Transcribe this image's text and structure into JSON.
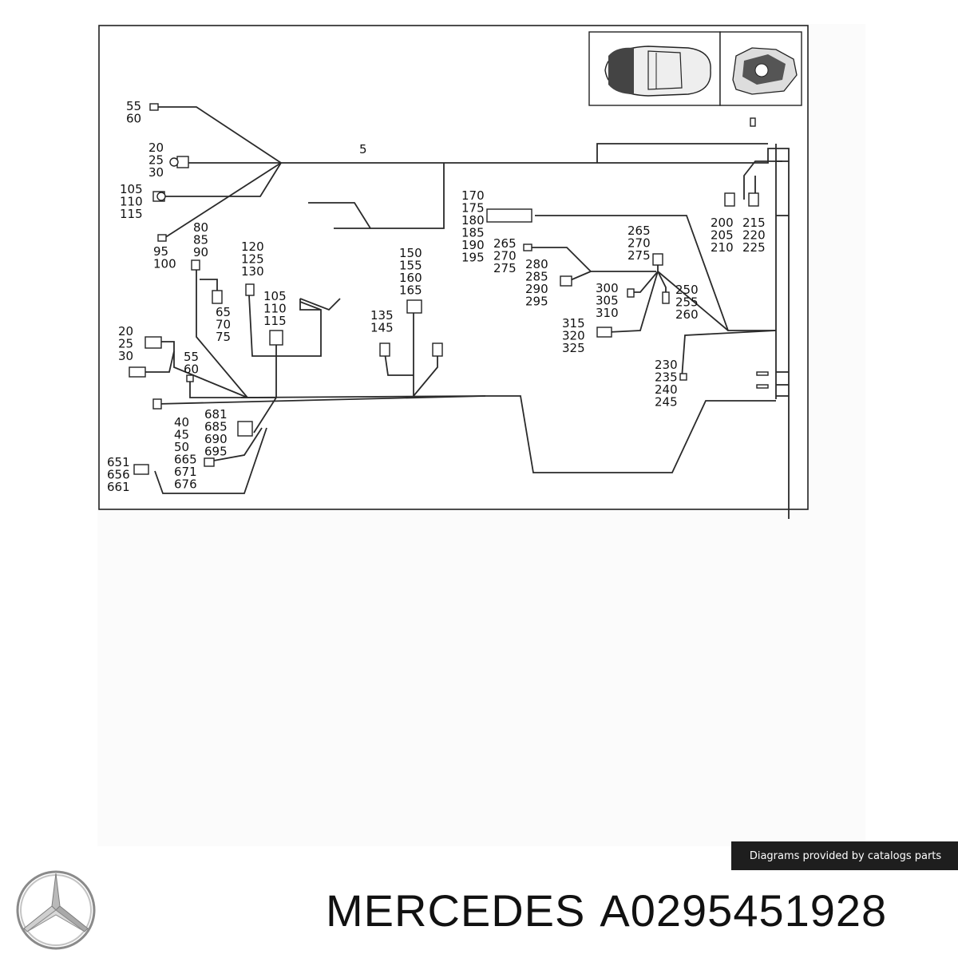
{
  "diagram": {
    "callouts": [
      {
        "id": "c1",
        "lines": [
          "55",
          "60"
        ]
      },
      {
        "id": "c2",
        "lines": [
          "20",
          "25",
          "30"
        ]
      },
      {
        "id": "c3",
        "lines": [
          "105",
          "110",
          "115"
        ]
      },
      {
        "id": "c4",
        "lines": [
          "95",
          "100"
        ]
      },
      {
        "id": "c5",
        "lines": [
          "5"
        ]
      },
      {
        "id": "c6",
        "lines": [
          "80",
          "85",
          "90"
        ]
      },
      {
        "id": "c7",
        "lines": [
          "65",
          "70",
          "75"
        ]
      },
      {
        "id": "c8",
        "lines": [
          "120",
          "125",
          "130"
        ]
      },
      {
        "id": "c9",
        "lines": [
          "105",
          "110",
          "115"
        ]
      },
      {
        "id": "c10",
        "lines": [
          "150",
          "155",
          "160",
          "165"
        ]
      },
      {
        "id": "c11",
        "lines": [
          "135",
          "145"
        ]
      },
      {
        "id": "c12",
        "lines": [
          "170",
          "175",
          "180",
          "185",
          "190",
          "195"
        ]
      },
      {
        "id": "c13",
        "lines": [
          "265",
          "270",
          "275"
        ]
      },
      {
        "id": "c14",
        "lines": [
          "280",
          "285",
          "290",
          "295"
        ]
      },
      {
        "id": "c15",
        "lines": [
          "265",
          "270",
          "275"
        ]
      },
      {
        "id": "c16",
        "lines": [
          "300",
          "305",
          "310"
        ]
      },
      {
        "id": "c17",
        "lines": [
          "250",
          "255",
          "260"
        ]
      },
      {
        "id": "c18",
        "lines": [
          "315",
          "320",
          "325"
        ]
      },
      {
        "id": "c19",
        "lines": [
          "200",
          "205",
          "210"
        ]
      },
      {
        "id": "c20",
        "lines": [
          "215",
          "220",
          "225"
        ]
      },
      {
        "id": "c21",
        "lines": [
          "230",
          "235",
          "240",
          "245"
        ]
      },
      {
        "id": "c22",
        "lines": [
          "20",
          "25",
          "30"
        ]
      },
      {
        "id": "c23",
        "lines": [
          "55",
          "60"
        ]
      },
      {
        "id": "c24",
        "lines": [
          "681",
          "685",
          "690",
          "695"
        ]
      },
      {
        "id": "c25",
        "lines": [
          "40",
          "45",
          "50",
          "665",
          "671",
          "676"
        ]
      },
      {
        "id": "c26",
        "lines": [
          "651",
          "656",
          "661"
        ]
      }
    ]
  },
  "footer": {
    "credit": "Diagrams provided by catalogs parts",
    "brand": "MERCEDES",
    "part_number": "A0295451928"
  }
}
